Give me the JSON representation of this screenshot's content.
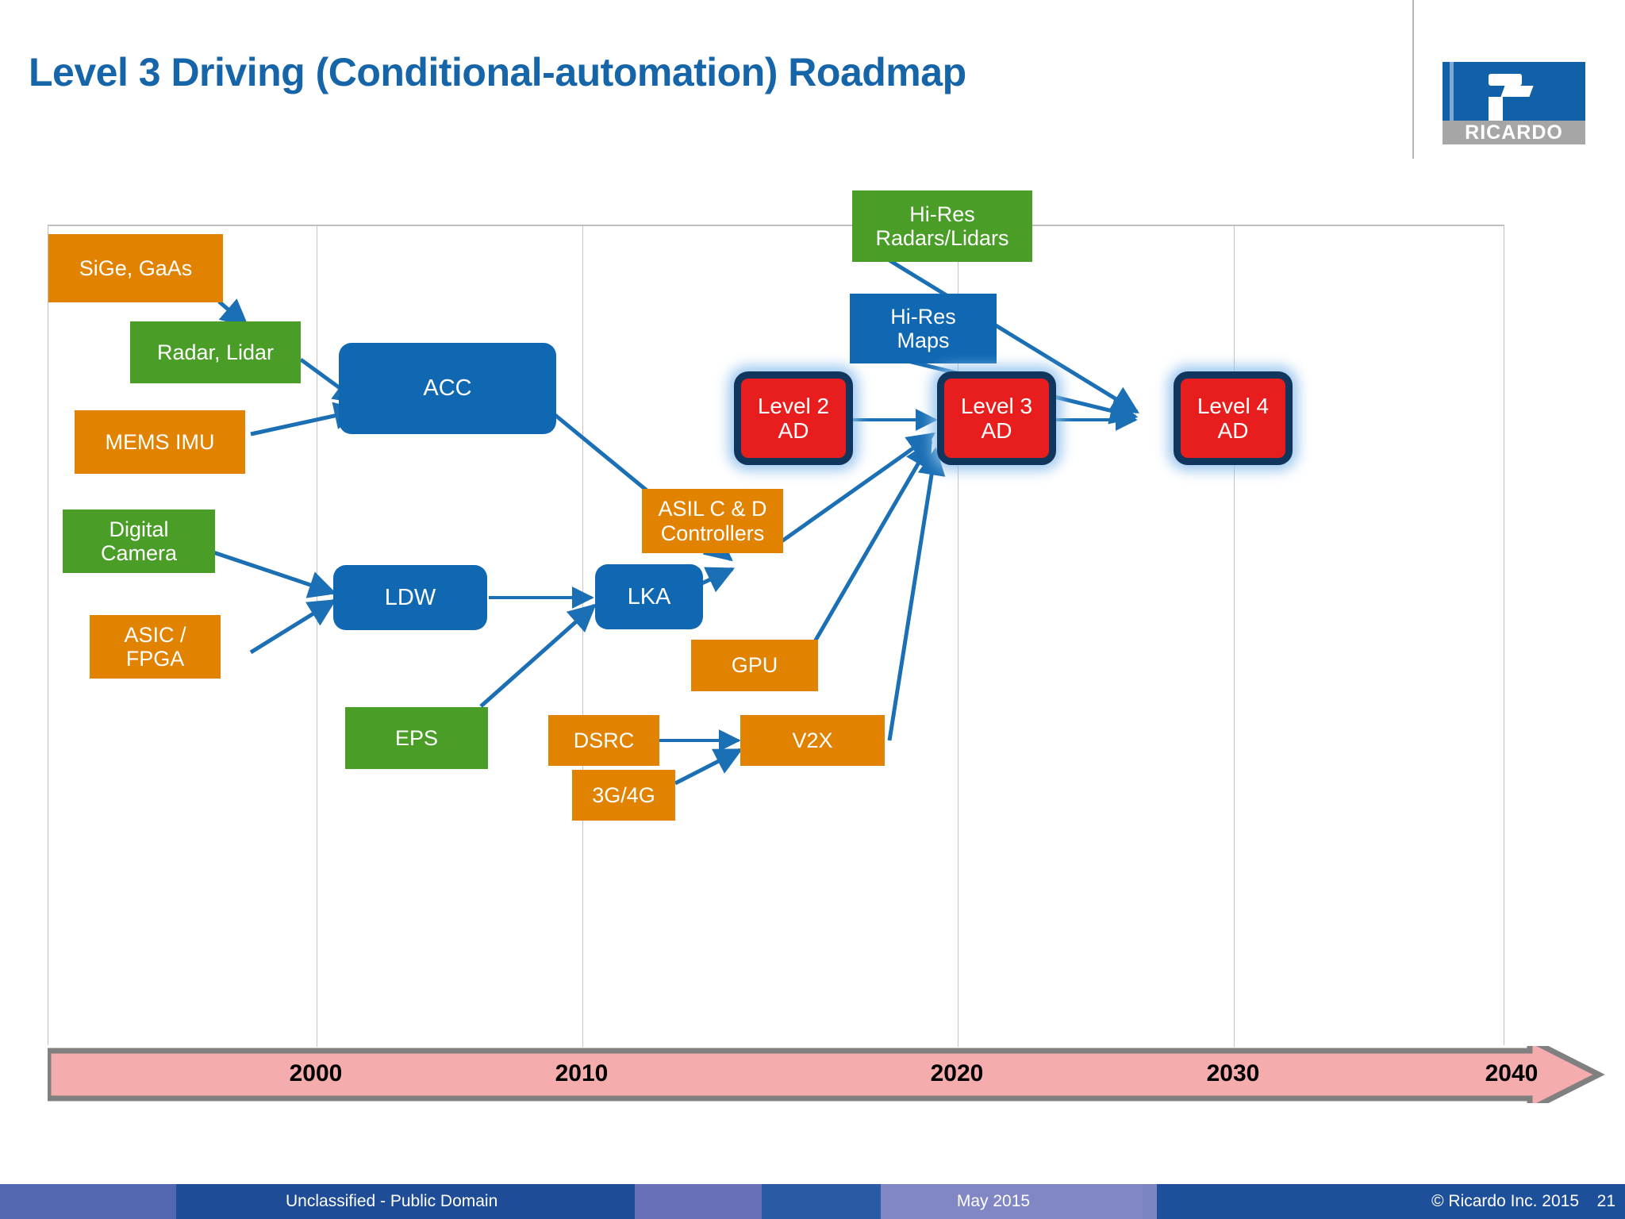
{
  "slide": {
    "title": "Level 3  Driving (Conditional-automation) Roadmap",
    "title_color": "#1565A8",
    "logo": {
      "name": "ricardo-logo",
      "wordmark": "RICARDO",
      "mark_color": "#1161A8",
      "word_bg": "#A6A6A6"
    }
  },
  "palette": {
    "orange": "#E18300",
    "green": "#4A9E28",
    "blue": "#1068B3",
    "ad_red": "#E81D1D",
    "ad_border": "#11365E",
    "arrow": "#1A6FB5",
    "timeline_fill": "#F4ACAC",
    "timeline_border": "#808080"
  },
  "chart_data": {
    "type": "timeline-roadmap",
    "title": "Level 3  Driving (Conditional-automation) Roadmap",
    "xlabel": "",
    "axis_ticks": [
      "2000",
      "2010",
      "2020",
      "2030",
      "2040"
    ],
    "axis_range": [
      1993,
      2043
    ],
    "grid": true,
    "nodes": [
      {
        "id": "sige",
        "label": "SiGe, GaAs",
        "category": "enabler-semiconductor",
        "color": "orange",
        "shape": "rect",
        "era": "pre-2000"
      },
      {
        "id": "radarlidar",
        "label": "Radar, Lidar",
        "category": "sensor",
        "color": "green",
        "shape": "rect",
        "era": "pre-2000"
      },
      {
        "id": "memsimu",
        "label": "MEMS IMU",
        "category": "sensor",
        "color": "orange",
        "shape": "rect",
        "era": "pre-2000"
      },
      {
        "id": "digicam",
        "label": "Digital\nCamera",
        "category": "sensor",
        "color": "green",
        "shape": "rect",
        "era": "pre-2000"
      },
      {
        "id": "asicfpga",
        "label": "ASIC /\nFPGA",
        "category": "compute",
        "color": "orange",
        "shape": "rect",
        "era": "pre-2000"
      },
      {
        "id": "acc",
        "label": "ACC",
        "category": "feature",
        "color": "blue",
        "shape": "round-rect",
        "era": "2000s"
      },
      {
        "id": "ldw",
        "label": "LDW",
        "category": "feature",
        "color": "blue",
        "shape": "round-rect",
        "era": "2000s"
      },
      {
        "id": "eps",
        "label": "EPS",
        "category": "actuator",
        "color": "green",
        "shape": "rect",
        "era": "2000s"
      },
      {
        "id": "lka",
        "label": "LKA",
        "category": "feature",
        "color": "blue",
        "shape": "round-rect",
        "era": "2010s"
      },
      {
        "id": "level2",
        "label": "Level 2\nAD",
        "category": "automation-level",
        "color": "ad-red",
        "shape": "round-rect",
        "era": "2010s"
      },
      {
        "id": "asilcd",
        "label": "ASIL C & D\nControllers",
        "category": "compute",
        "color": "orange",
        "shape": "rect",
        "era": "2010s"
      },
      {
        "id": "gpu",
        "label": "GPU",
        "category": "compute",
        "color": "orange",
        "shape": "rect",
        "era": "2010s"
      },
      {
        "id": "dsrc",
        "label": "DSRC",
        "category": "connectivity",
        "color": "orange",
        "shape": "rect",
        "era": "2010s"
      },
      {
        "id": "g3g4",
        "label": "3G/4G",
        "category": "connectivity",
        "color": "orange",
        "shape": "rect",
        "era": "2010s"
      },
      {
        "id": "v2x",
        "label": "V2X",
        "category": "connectivity",
        "color": "orange",
        "shape": "rect",
        "era": "2010s"
      },
      {
        "id": "hiresradar",
        "label": "Hi-Res\nRadars/Lidars",
        "category": "sensor",
        "color": "green",
        "shape": "rect",
        "era": "2020s"
      },
      {
        "id": "hiresmaps",
        "label": "Hi-Res\nMaps",
        "category": "data",
        "color": "blue",
        "shape": "rect",
        "era": "2020s"
      },
      {
        "id": "level3",
        "label": "Level 3\nAD",
        "category": "automation-level",
        "color": "ad-red",
        "shape": "round-rect",
        "era": "2020s"
      },
      {
        "id": "level4",
        "label": "Level 4\nAD",
        "category": "automation-level",
        "color": "ad-red",
        "shape": "round-rect",
        "era": "2030s"
      }
    ],
    "edges": [
      {
        "from": "sige",
        "to": "radarlidar"
      },
      {
        "from": "radarlidar",
        "to": "acc"
      },
      {
        "from": "memsimu",
        "to": "acc"
      },
      {
        "from": "digicam",
        "to": "ldw"
      },
      {
        "from": "asicfpga",
        "to": "ldw"
      },
      {
        "from": "ldw",
        "to": "lka"
      },
      {
        "from": "eps",
        "to": "lka"
      },
      {
        "from": "acc",
        "to": "level2"
      },
      {
        "from": "lka",
        "to": "level2"
      },
      {
        "from": "level2",
        "to": "level3"
      },
      {
        "from": "asilcd",
        "to": "level3"
      },
      {
        "from": "gpu",
        "to": "level3"
      },
      {
        "from": "v2x",
        "to": "level3"
      },
      {
        "from": "dsrc",
        "to": "v2x"
      },
      {
        "from": "g3g4",
        "to": "v2x"
      },
      {
        "from": "level3",
        "to": "level4"
      },
      {
        "from": "hiresradar",
        "to": "level4"
      },
      {
        "from": "hiresmaps",
        "to": "level4"
      }
    ]
  },
  "footer": {
    "classification": "Unclassified - Public Domain",
    "date": "May 2015",
    "copyright": "© Ricardo Inc. 2015",
    "page_number": "21"
  }
}
